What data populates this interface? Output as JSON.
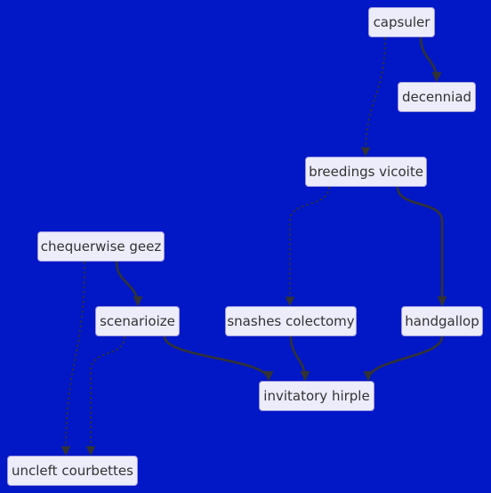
{
  "diagram": {
    "colors": {
      "background": "#0217c5",
      "node_fill": "#ececfb",
      "node_border": "#9b96e0",
      "edge": "#333333",
      "text": "#333333"
    },
    "nodes": [
      {
        "id": "capsuler",
        "label": "capsuler"
      },
      {
        "id": "decenniad",
        "label": "decenniad"
      },
      {
        "id": "breedings",
        "label": "breedings vicoite"
      },
      {
        "id": "chequerwise",
        "label": "chequerwise geez"
      },
      {
        "id": "scenarioize",
        "label": "scenarioize"
      },
      {
        "id": "snashes",
        "label": "snashes colectomy"
      },
      {
        "id": "handgallop",
        "label": "handgallop"
      },
      {
        "id": "invitatory",
        "label": "invitatory hirple"
      },
      {
        "id": "uncleft",
        "label": "uncleft courbettes"
      }
    ],
    "edges": [
      {
        "from": "capsuler",
        "to": "decenniad",
        "style": "solid"
      },
      {
        "from": "capsuler",
        "to": "breedings",
        "style": "dotted"
      },
      {
        "from": "breedings",
        "to": "snashes",
        "style": "dotted"
      },
      {
        "from": "breedings",
        "to": "handgallop",
        "style": "solid"
      },
      {
        "from": "chequerwise",
        "to": "scenarioize",
        "style": "solid"
      },
      {
        "from": "chequerwise",
        "to": "uncleft",
        "style": "dotted"
      },
      {
        "from": "scenarioize",
        "to": "uncleft",
        "style": "dotted"
      },
      {
        "from": "scenarioize",
        "to": "invitatory",
        "style": "solid"
      },
      {
        "from": "snashes",
        "to": "invitatory",
        "style": "solid"
      },
      {
        "from": "handgallop",
        "to": "invitatory",
        "style": "solid"
      }
    ]
  }
}
